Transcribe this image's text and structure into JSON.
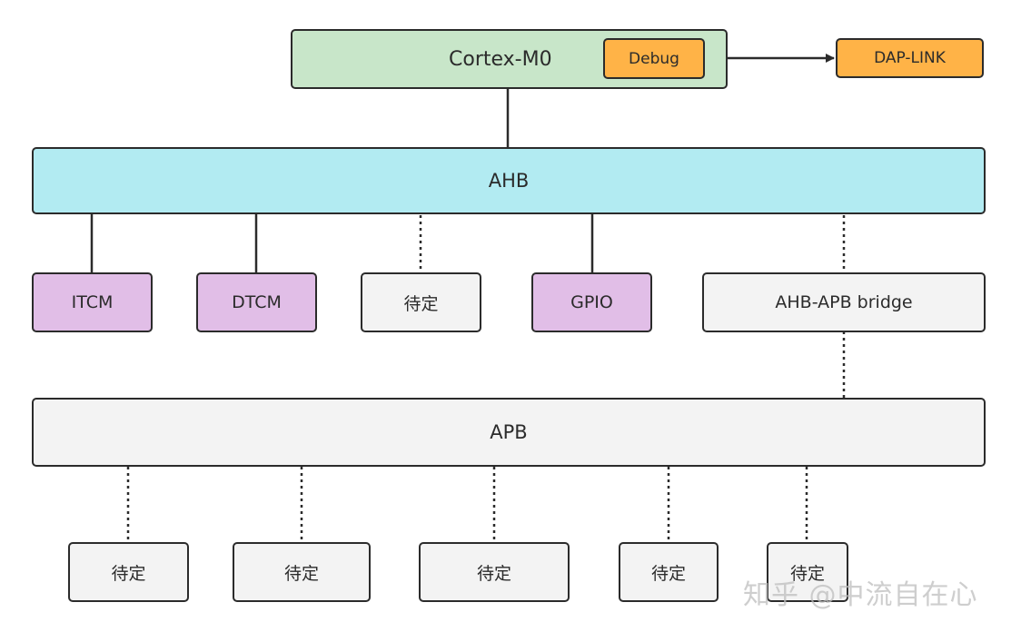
{
  "cpu": {
    "label": "Cortex-M0"
  },
  "debug": {
    "label": "Debug"
  },
  "daplink": {
    "label": "DAP-LINK"
  },
  "ahb": {
    "label": "AHB"
  },
  "ahb_peripherals": [
    {
      "label": "ITCM"
    },
    {
      "label": "DTCM"
    },
    {
      "label": "待定"
    },
    {
      "label": "GPIO"
    },
    {
      "label": "AHB-APB bridge"
    }
  ],
  "apb": {
    "label": "APB"
  },
  "apb_peripherals": [
    {
      "label": "待定"
    },
    {
      "label": "待定"
    },
    {
      "label": "待定"
    },
    {
      "label": "待定"
    },
    {
      "label": "待定"
    }
  ],
  "watermark": "知乎 @中流自在心",
  "colors": {
    "cpu": "#c8e6c9",
    "debug": "#ffb347",
    "ahb": "#b2ebf2",
    "memory_gpio": "#e1bee7",
    "pending": "#f3f3f3",
    "stroke": "#2b2b2b"
  }
}
